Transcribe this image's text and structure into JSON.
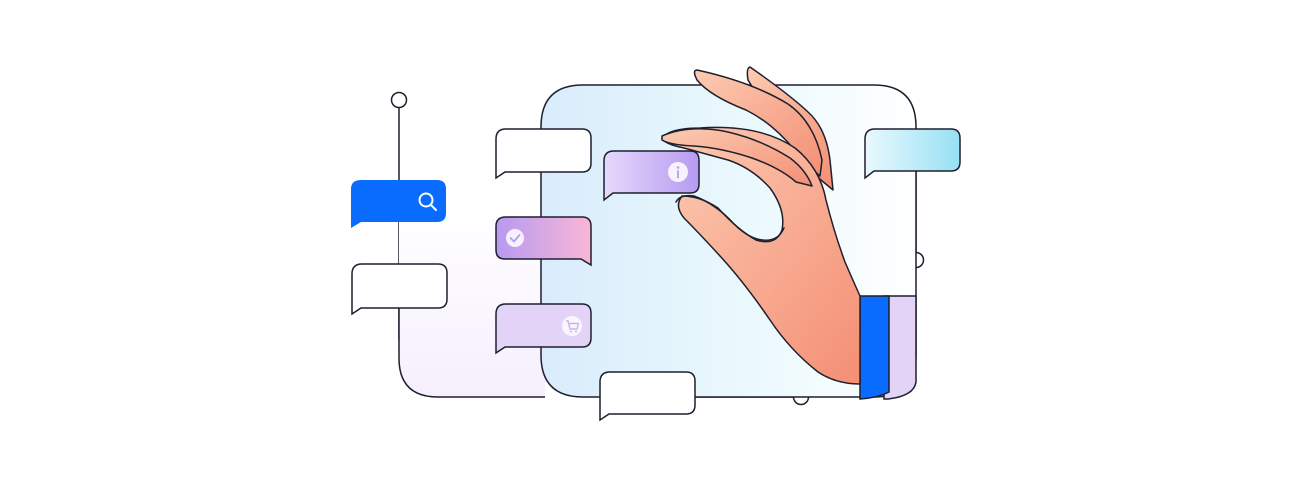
{
  "illustration": {
    "palette": {
      "stroke": "#1f1f2e",
      "brand_blue": "#0a6cff",
      "lilac": "#e3d3f7",
      "lavender_light": "#f6effd",
      "panel_blue": "#dbeefc",
      "panel_cyan": "#e6f8fd",
      "pink": "#f7b3d6",
      "purple": "#b99cf0",
      "cyan_bubble": "#9fe3f5",
      "skin_light": "#fbc2a8",
      "skin_dark": "#f5937a"
    },
    "bubbles": [
      {
        "name": "search-bubble",
        "icon": "search-icon"
      },
      {
        "name": "empty-bubble-left"
      },
      {
        "name": "empty-bubble-top"
      },
      {
        "name": "check-bubble",
        "icon": "check-icon"
      },
      {
        "name": "cart-bubble",
        "icon": "cart-icon"
      },
      {
        "name": "info-bubble",
        "icon": "info-icon"
      },
      {
        "name": "cyan-bubble"
      },
      {
        "name": "empty-bubble-bottom"
      }
    ],
    "hand": {
      "icon": "hand-pinching"
    }
  }
}
